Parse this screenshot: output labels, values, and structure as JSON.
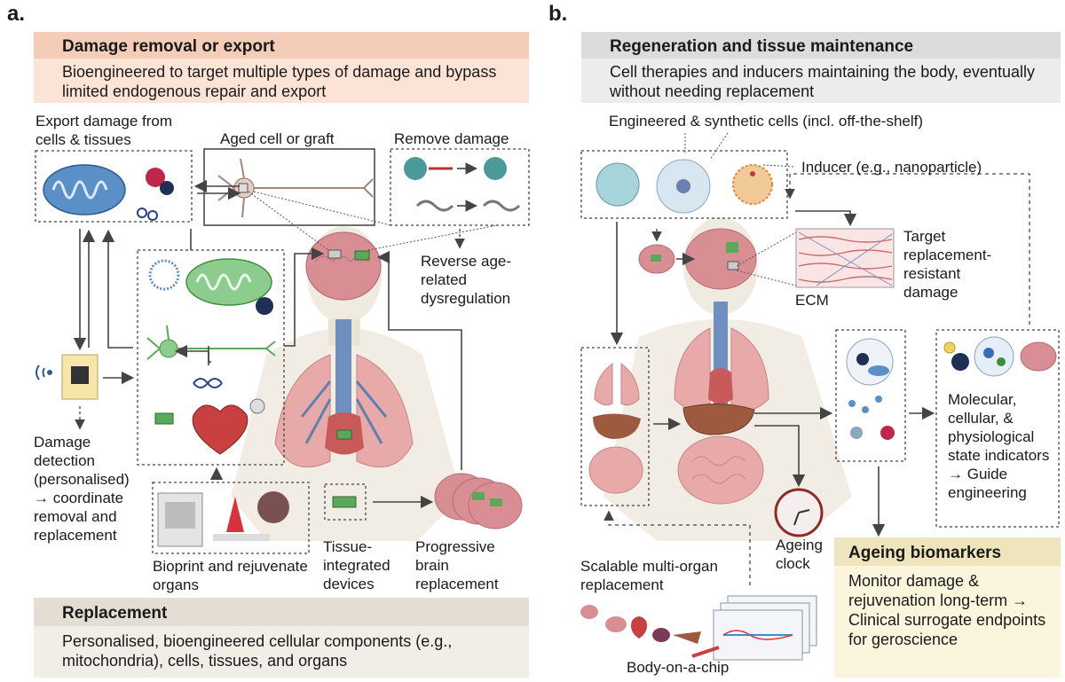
{
  "panels": {
    "a": {
      "letter": "a.",
      "top_header": {
        "title": "Damage removal or export",
        "subtitle": "Bioengineered to target multiple types of damage and bypass limited endogenous repair and export",
        "bg": "#fbe3d6",
        "title_bg": "#f4cdb8"
      },
      "labels": {
        "export_damage": "Export damage from cells & tissues",
        "aged_cell": "Aged cell or graft",
        "remove_damage": "Remove damage",
        "reverse": "Reverse age-related dysregulation",
        "damage_detection": "Damage detection (personalised) → coordinate removal and replacement",
        "bioprint": "Bioprint and rejuvenate organs",
        "tissue_devices": "Tissue-integrated devices",
        "progressive": "Progressive brain replacement"
      },
      "bottom_header": {
        "title": "Replacement",
        "subtitle": "Personalised, bioengineered cellular components (e.g., mitochondria), cells, tissues, and organs",
        "bg": "#f1ede7",
        "title_bg": "#e4ddd3"
      }
    },
    "b": {
      "letter": "b.",
      "top_header": {
        "title": "Regeneration and tissue maintenance",
        "subtitle": "Cell therapies and inducers maintaining the body, eventually without needing replacement",
        "bg": "#ececec",
        "title_bg": "#dcdcdc"
      },
      "labels": {
        "engineered_cells": "Engineered & synthetic cells (incl. off-the-shelf)",
        "inducer": "Inducer (e.g., nanoparticle)",
        "target": "Target replacement-resistant damage",
        "ecm": "ECM",
        "indicators": "Molecular, cellular, & physiological state indicators → Guide engineering",
        "ageing_clock": "Ageing clock",
        "scalable": "Scalable multi-organ replacement",
        "body_chip": "Body-on-a-chip"
      },
      "biomarker_box": {
        "title": "Ageing biomarkers",
        "subtitle": "Monitor damage & rejuvenation long-term → Clinical surrogate endpoints for geroscience",
        "bg": "#fbf5dd",
        "title_bg": "#efe5bd"
      }
    }
  },
  "colors": {
    "arrow": "#444444",
    "organ_pink": "#e8a9a9",
    "brain": "#d98e93",
    "mito_blue": "#5b8fc7",
    "green": "#5aa85a",
    "skeleton": "#e9e3d3"
  },
  "icons": [
    "mitochondrion-icon",
    "neuron-icon",
    "brain-icon",
    "chip-icon",
    "heart-icon",
    "dna-icon",
    "lungs-icon",
    "liver-icon",
    "intestine-icon",
    "clock-icon",
    "bioprinter-icon",
    "nanoparticle-icon",
    "cell-icon",
    "chip-device-icon"
  ]
}
